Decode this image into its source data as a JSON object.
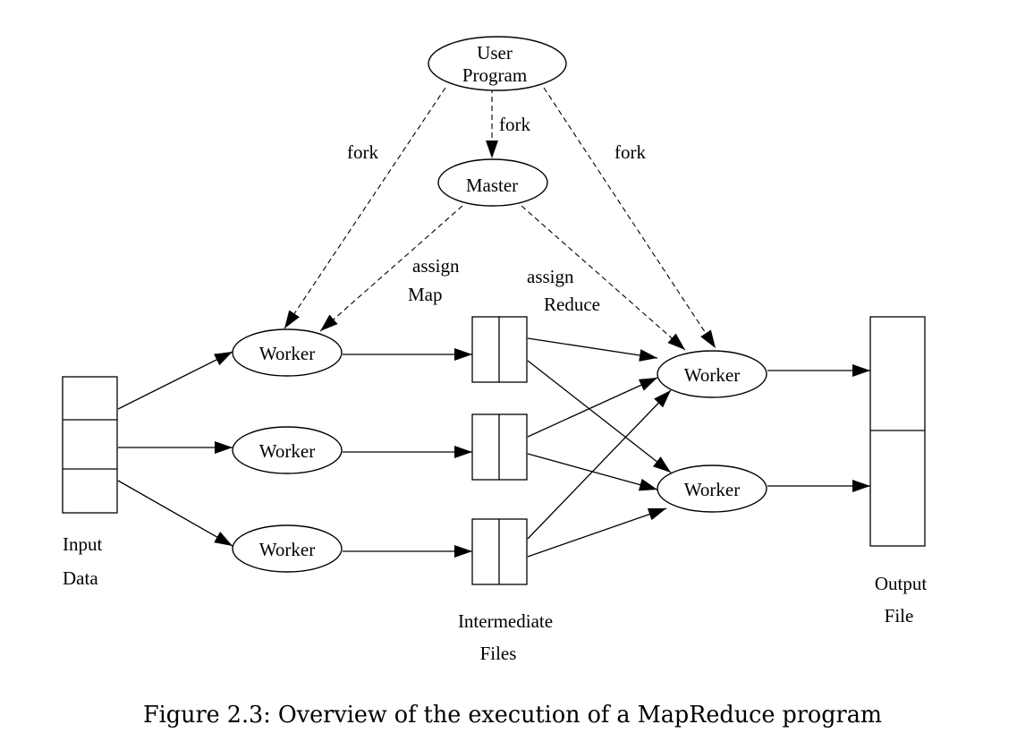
{
  "nodes": {
    "user_program": {
      "line1": "User",
      "line2": "Program"
    },
    "master": {
      "label": "Master"
    },
    "map_worker_1": {
      "label": "Worker"
    },
    "map_worker_2": {
      "label": "Worker"
    },
    "map_worker_3": {
      "label": "Worker"
    },
    "reduce_worker_1": {
      "label": "Worker"
    },
    "reduce_worker_2": {
      "label": "Worker"
    }
  },
  "edge_labels": {
    "fork_left": "fork",
    "fork_center": "fork",
    "fork_right": "fork",
    "assign_map_1": "assign",
    "assign_map_2": "Map",
    "assign_reduce_1": "assign",
    "assign_reduce_2": "Reduce"
  },
  "groups": {
    "input": {
      "line1": "Input",
      "line2": "Data"
    },
    "intermediate": {
      "line1": "Intermediate",
      "line2": "Files"
    },
    "output": {
      "line1": "Output",
      "line2": "File"
    }
  },
  "caption": "Figure 2.3: Overview of the execution of a MapReduce program"
}
